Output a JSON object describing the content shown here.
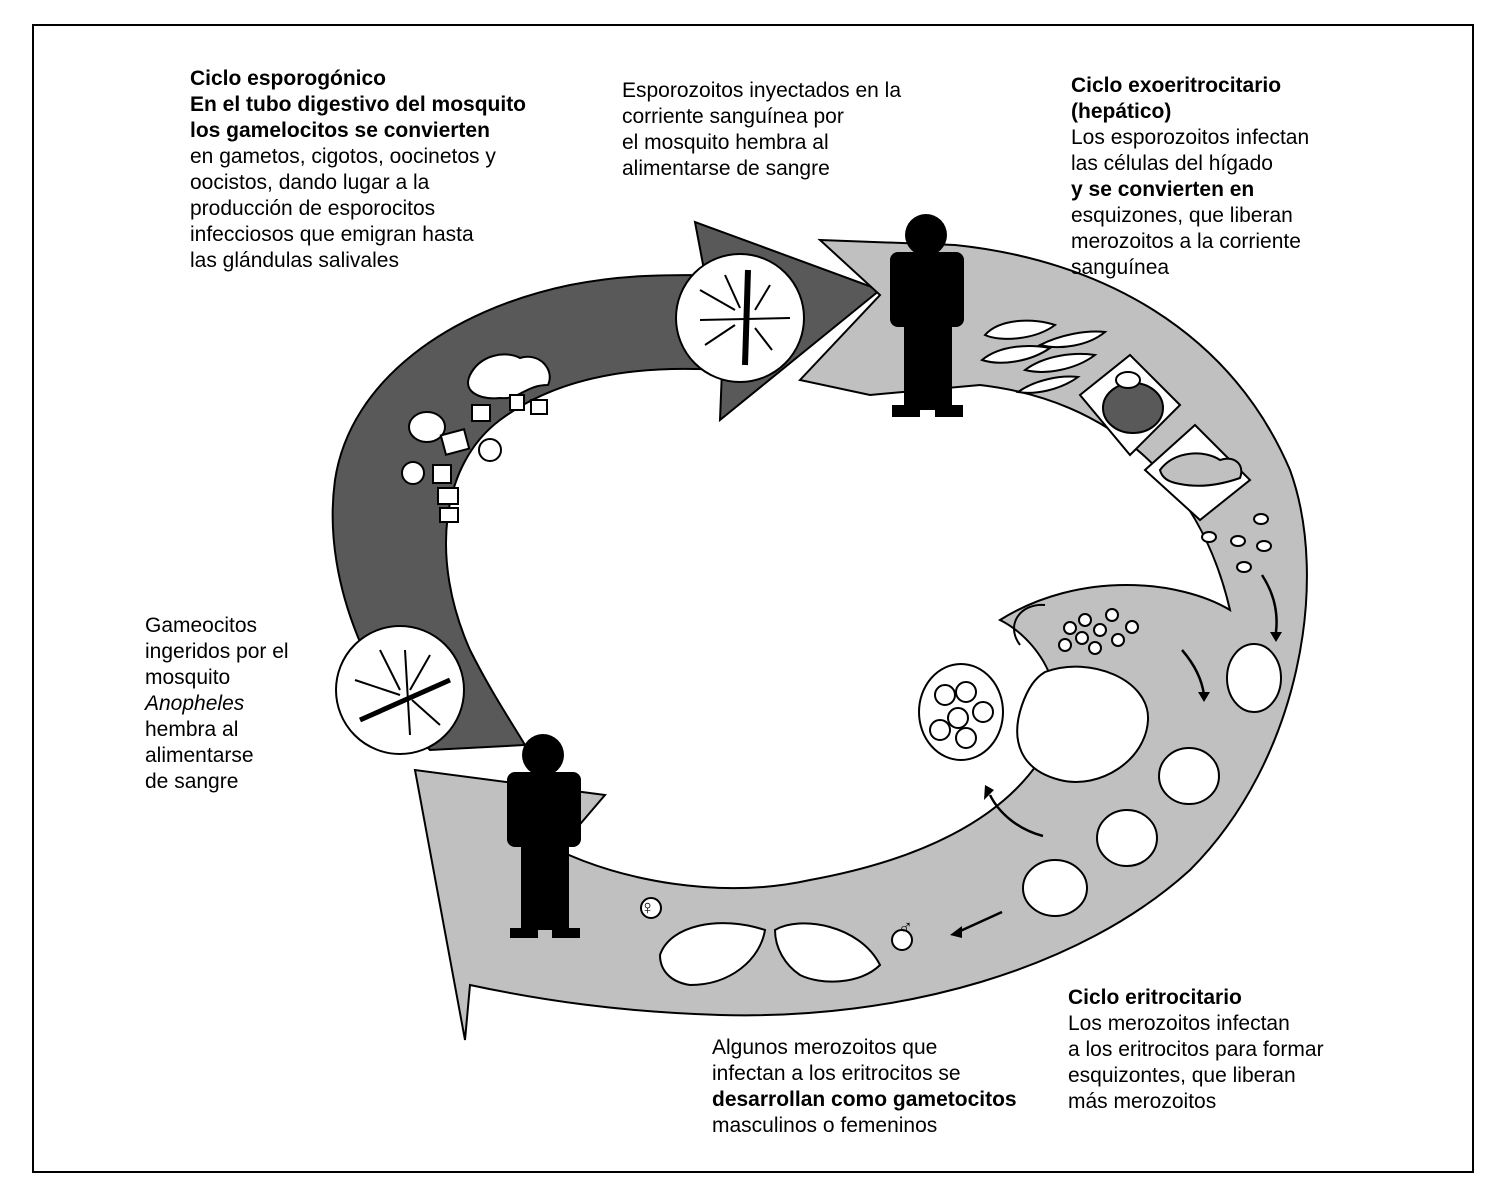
{
  "sporogonic": {
    "title": "Ciclo esporogónico",
    "lines": [
      "En el tubo digestivo del mosquito",
      "los gamelocitos se convierten",
      "en gametos, cigotos, oocinetos y",
      "oocistos, dando lugar a la",
      "producción de esporocitos",
      "infecciosos que emigran hasta",
      "las glándulas salivales"
    ]
  },
  "injection": {
    "lines": [
      "Esporozoitos inyectados en la",
      "corriente sanguínea por",
      "el mosquito hembra al",
      "alimentarse de sangre"
    ]
  },
  "exoerythrocytic": {
    "title_lines": [
      "Ciclo exoeritrocitario",
      "(hepático)"
    ],
    "lines": [
      "Los esporozoitos infectan",
      "las células del hígado",
      "y se convierten en",
      "esquizones, que liberan",
      "merozoitos a la corriente",
      "sanguínea"
    ]
  },
  "ingestion": {
    "lines": [
      "Gameocitos",
      "ingeridos por el",
      "mosquito"
    ],
    "species": "Anopheles",
    "lines_after": [
      "hembra al",
      "alimentarse",
      "de sangre"
    ]
  },
  "erythrocytic": {
    "title": "Ciclo eritrocitario",
    "lines": [
      "Los merozoitos infectan",
      "a los eritrocitos para formar",
      "esquizontes, que liberan",
      "más merozoitos"
    ]
  },
  "gametocytes": {
    "lines": [
      "Algunos merozoitos que",
      "infectan a los eritrocitos se",
      "desarrollan como gametocitos",
      "masculinos o femeninos"
    ]
  },
  "symbols": {
    "female": "♀",
    "male": "♂"
  },
  "colors": {
    "dark_arrow": "#595959",
    "light_arrow": "#c0c0c0",
    "outline": "#000000",
    "human": "#000000"
  },
  "icons": [
    "mosquito-icon-top",
    "mosquito-icon-left",
    "human-icon-top",
    "human-icon-bottom"
  ]
}
